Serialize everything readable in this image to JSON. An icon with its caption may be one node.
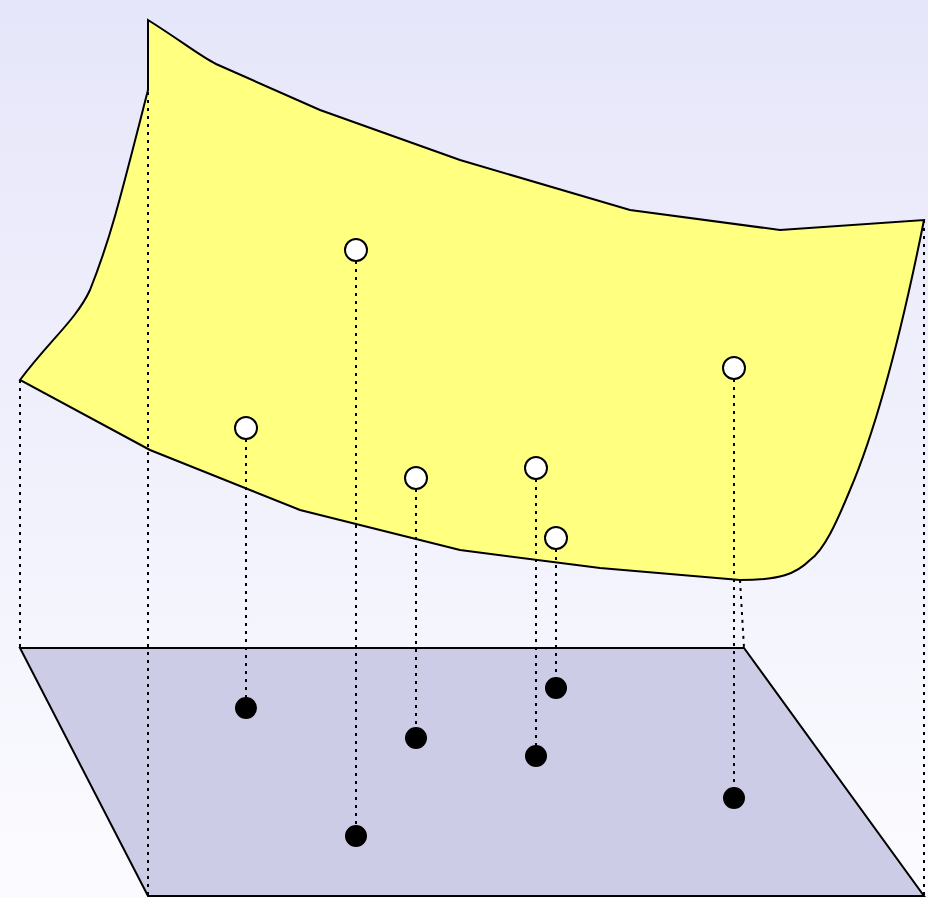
{
  "diagram": {
    "nodes": [
      {
        "text": [],
        "shape": "circle"
      },
      {
        "text": [],
        "shape": "circle"
      },
      {
        "text": [],
        "shape": "circle"
      },
      {
        "text": [],
        "shape": "circle"
      },
      {
        "text": [],
        "shape": "circle"
      },
      {
        "text": [],
        "shape": "circle"
      },
      {
        "text": [],
        "shape": "dot"
      },
      {
        "text": [],
        "shape": "dot"
      },
      {
        "text": [],
        "shape": "dot"
      },
      {
        "text": [],
        "shape": "dot"
      },
      {
        "text": [],
        "shape": "dot"
      },
      {
        "text": [],
        "shape": "dot"
      }
    ],
    "edges": [
      {
        "from": 0,
        "to": 6,
        "arrow": "none",
        "style": "dashed"
      },
      {
        "from": 1,
        "to": 7,
        "arrow": "none",
        "style": "dashed"
      },
      {
        "from": 2,
        "to": 8,
        "arrow": "none",
        "style": "dashed"
      },
      {
        "from": 3,
        "to": 9,
        "arrow": "none",
        "style": "dashed"
      },
      {
        "from": 4,
        "to": 10,
        "arrow": "none",
        "style": "dashed"
      },
      {
        "from": 5,
        "to": 11,
        "arrow": "none",
        "style": "dashed"
      }
    ]
  }
}
